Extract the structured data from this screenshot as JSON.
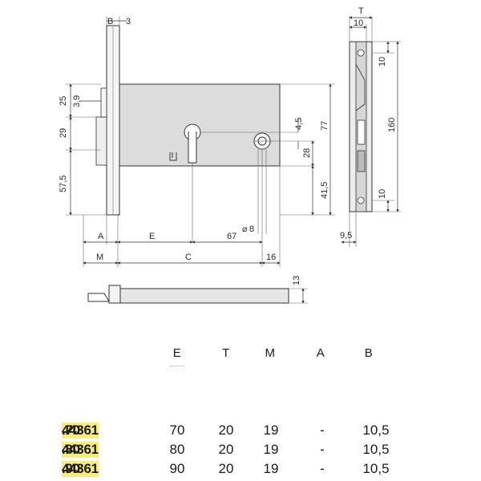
{
  "drawing": {
    "top": {
      "B": "B",
      "three": "3",
      "T": "T",
      "ten": "10"
    },
    "left": {
      "d25": "25",
      "d39": "3,9",
      "d29": "29",
      "d575": "57,5"
    },
    "body": {
      "d45": "4,5",
      "d28": "28",
      "d77": "77",
      "d415": "41,5",
      "d160": "160",
      "d10a": "10",
      "d10b": "10",
      "d95": "9,5"
    },
    "bottom": {
      "A": "A",
      "E": "E",
      "d67": "67",
      "d8": "8",
      "M": "M",
      "C": "C",
      "d16": "16",
      "d13": "13"
    }
  },
  "table": {
    "headers": [
      "E",
      "T",
      "M",
      "A",
      "B"
    ],
    "rows": [
      {
        "prefix": "1.",
        "highlight": "44361",
        "suffix": ".70",
        "E": "70",
        "T": "20",
        "M": "19",
        "A": "-",
        "B": "10,5"
      },
      {
        "prefix": "1.",
        "highlight": "44361",
        "suffix": ".80",
        "E": "80",
        "T": "20",
        "M": "19",
        "A": "-",
        "B": "10,5"
      },
      {
        "prefix": "1.",
        "highlight": "44361",
        "suffix": ".90",
        "E": "90",
        "T": "20",
        "M": "19",
        "A": "-",
        "B": "10,5"
      }
    ]
  }
}
